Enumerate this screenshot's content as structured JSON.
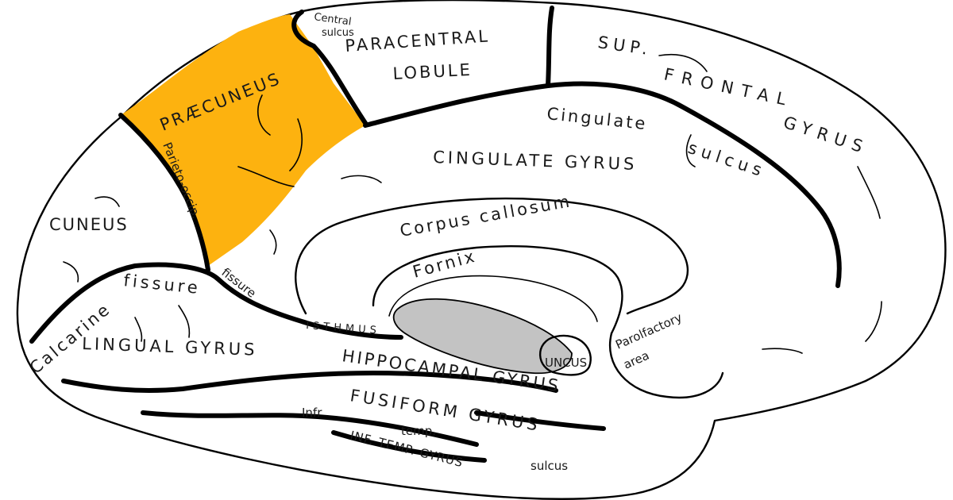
{
  "colors": {
    "highlight": "#FDB20F",
    "thalamus": "#C3C3C3",
    "outline": "#000000",
    "background": "#FFFFFF"
  },
  "labels": {
    "central_sulcus": [
      "Central",
      "sulcus"
    ],
    "paracentral_lobule": [
      "PARACENTRAL",
      "LOBULE"
    ],
    "sup_frontal_gyrus": [
      "SUP.",
      "FRONTAL",
      "GYRUS"
    ],
    "praecuneus": "PRÆCUNEUS",
    "parieto_occip": "Parieto-occip.",
    "fissure": "fissure",
    "cingulate_sulcus": [
      "Cingulate",
      "sulcus"
    ],
    "cingulate_gyrus": "CINGULATE GYRUS",
    "cuneus": "CUNEUS",
    "corpus_callosum": "Corpus callosum",
    "fornix": "Fornix",
    "calcarine_fissure": [
      "Calcarine",
      "fissure"
    ],
    "lingual_gyrus": "LINGUAL GYRUS",
    "isthmus": "ISTHMUS",
    "hippocampal_gyrus": "HIPPOCAMPAL GYRUS",
    "uncus": "UNCUS",
    "parolfactory_area": [
      "Parolfactory",
      "area"
    ],
    "fusiform_gyrus": "FUSIFORM GYRUS",
    "infr_temp_sulcus": [
      "Infr",
      "temp.",
      "sulcus"
    ],
    "inf_temp_gyrus": "INF. TEMP. GYRUS"
  }
}
